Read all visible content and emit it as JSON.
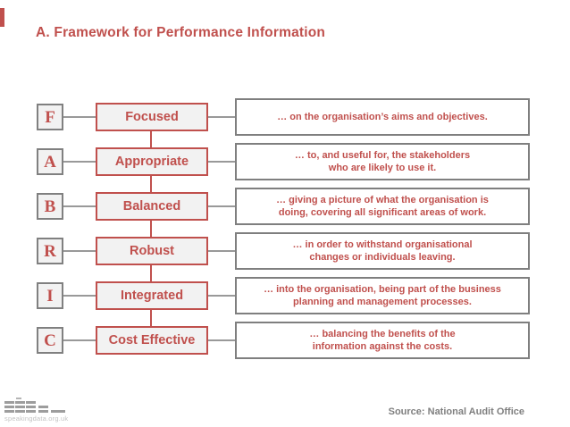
{
  "page": {
    "title": "A. Framework for Performance Information",
    "source": "Source: National Audit Office"
  },
  "logo": {
    "site": "speakingdata.org.uk"
  },
  "colors": {
    "accent_red": "#c0504d",
    "box_fill": "#f2f2f2",
    "gray_border": "#808080",
    "desc_border": "#7f7f7f",
    "connector_gray": "#999999",
    "source_gray": "#7f7f7f"
  },
  "framework": {
    "rows": [
      {
        "letter": "F",
        "label": "Focused",
        "desc": [
          "… on the organisation’s aims and objectives."
        ]
      },
      {
        "letter": "A",
        "label": "Appropriate",
        "desc": [
          "… to, and useful for, the stakeholders",
          "who are likely to use it."
        ]
      },
      {
        "letter": "B",
        "label": "Balanced",
        "desc": [
          "… giving a picture of what the organisation is",
          "doing, covering all significant areas of work."
        ]
      },
      {
        "letter": "R",
        "label": "Robust",
        "desc": [
          "… in order to withstand organisational",
          "changes or individuals leaving."
        ]
      },
      {
        "letter": "I",
        "label": "Integrated",
        "desc": [
          "… into the organisation, being part of the business",
          "planning and management processes."
        ]
      },
      {
        "letter": "C",
        "label": "Cost Effective",
        "desc": [
          "… balancing the benefits of the",
          "information against the costs."
        ]
      }
    ]
  }
}
